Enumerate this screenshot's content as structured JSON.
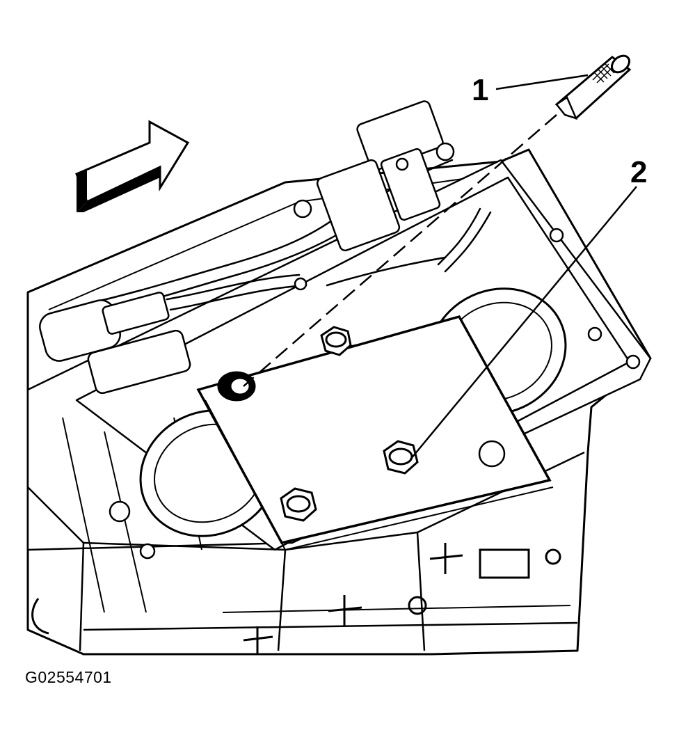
{
  "figure": {
    "code": "G02554701",
    "line_color": "#000000",
    "background_color": "#ffffff"
  },
  "callouts": [
    {
      "number": "1",
      "part": "pin-icon"
    },
    {
      "number": "2",
      "part": "fixture-plate-icon"
    }
  ],
  "direction_arrow": {
    "icon": "arrow-icon",
    "points_to": "up-right"
  }
}
